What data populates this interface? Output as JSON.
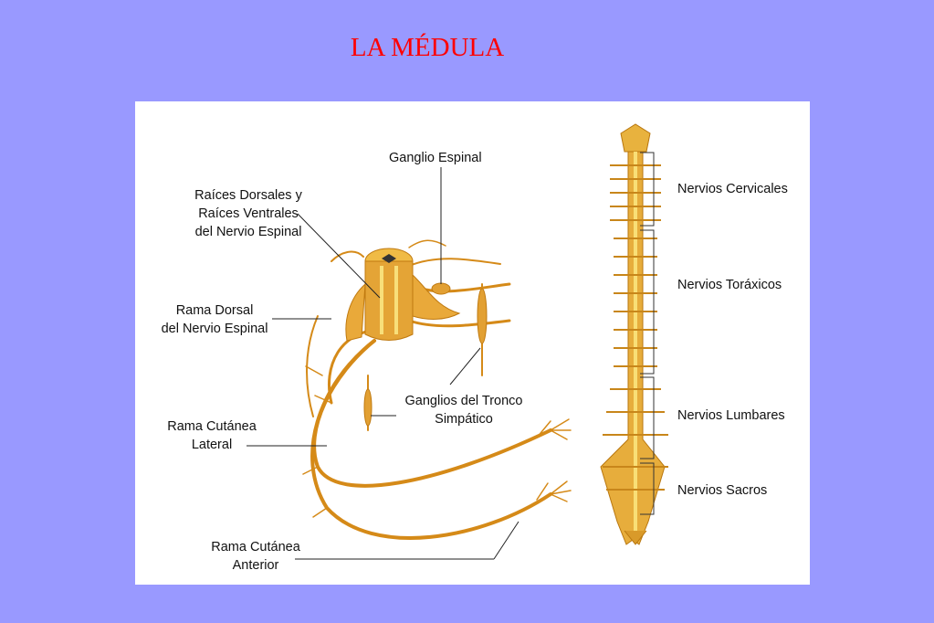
{
  "slide": {
    "title": "LA MÉDULA"
  },
  "left_diagram": {
    "labels": {
      "ganglio_espinal": "Ganglio Espinal",
      "raices_l1": "Raíces Dorsales y",
      "raices_l2": "Raíces Ventrales",
      "raices_l3": "del Nervio Espinal",
      "rama_dorsal_l1": "Rama Dorsal",
      "rama_dorsal_l2": "del Nervio Espinal",
      "ganglios_l1": "Ganglios del Tronco",
      "ganglios_l2": "Simpático",
      "cut_lateral_l1": "Rama Cutánea",
      "cut_lateral_l2": "Lateral",
      "cut_anterior_l1": "Rama Cutánea",
      "cut_anterior_l2": "Anterior"
    }
  },
  "right_diagram": {
    "regions": [
      {
        "label": "Nervios Cervicales"
      },
      {
        "label": "Nervios Toráxicos"
      },
      {
        "label": "Nervios Lumbares"
      },
      {
        "label": "Nervios Sacros"
      }
    ]
  },
  "colors": {
    "background": "#9999ff",
    "title": "#ff0000",
    "nerve": "#d8901c",
    "nerve_light": "#f4c64a"
  }
}
